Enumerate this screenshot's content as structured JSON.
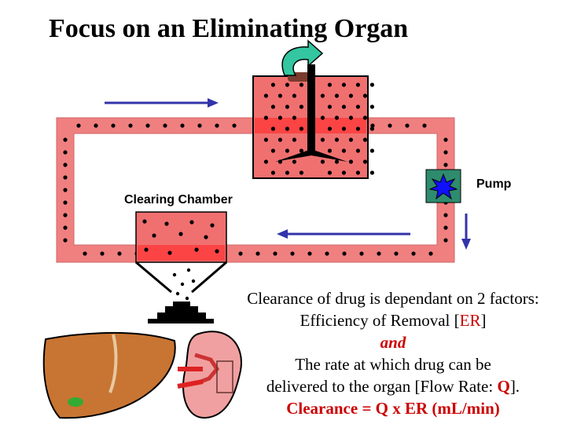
{
  "title": "Focus on an Eliminating Organ",
  "labels": {
    "pump": "Pump",
    "clearing_chamber": "Clearing Chamber"
  },
  "explanation": {
    "line1": "Clearance of drug is dependant on 2 factors:",
    "line2_prefix": "Efficiency of Removal [",
    "line2_highlight": "ER",
    "line2_suffix": "]",
    "line3": "and",
    "line4": "The rate at which drug can be",
    "line5_prefix": "delivered to the organ [Flow Rate: ",
    "line5_highlight": "Q",
    "line5_suffix": "].",
    "line6": "Clearance = Q x ER (mL/min)"
  },
  "colors": {
    "loop_fill": "#f08080",
    "chamber_fill": "#f07070",
    "flow_arrow": "#3333aa",
    "pump_fill": "#2e8b6e",
    "pump_star": "#1010ff",
    "accent_red": "#cc0000",
    "liver": "#c87533",
    "kidney": "#f0a0a0"
  },
  "icons": [
    "stirrer-icon",
    "rotation-arrow-icon",
    "pump-icon",
    "liver-icon",
    "kidney-icon"
  ]
}
